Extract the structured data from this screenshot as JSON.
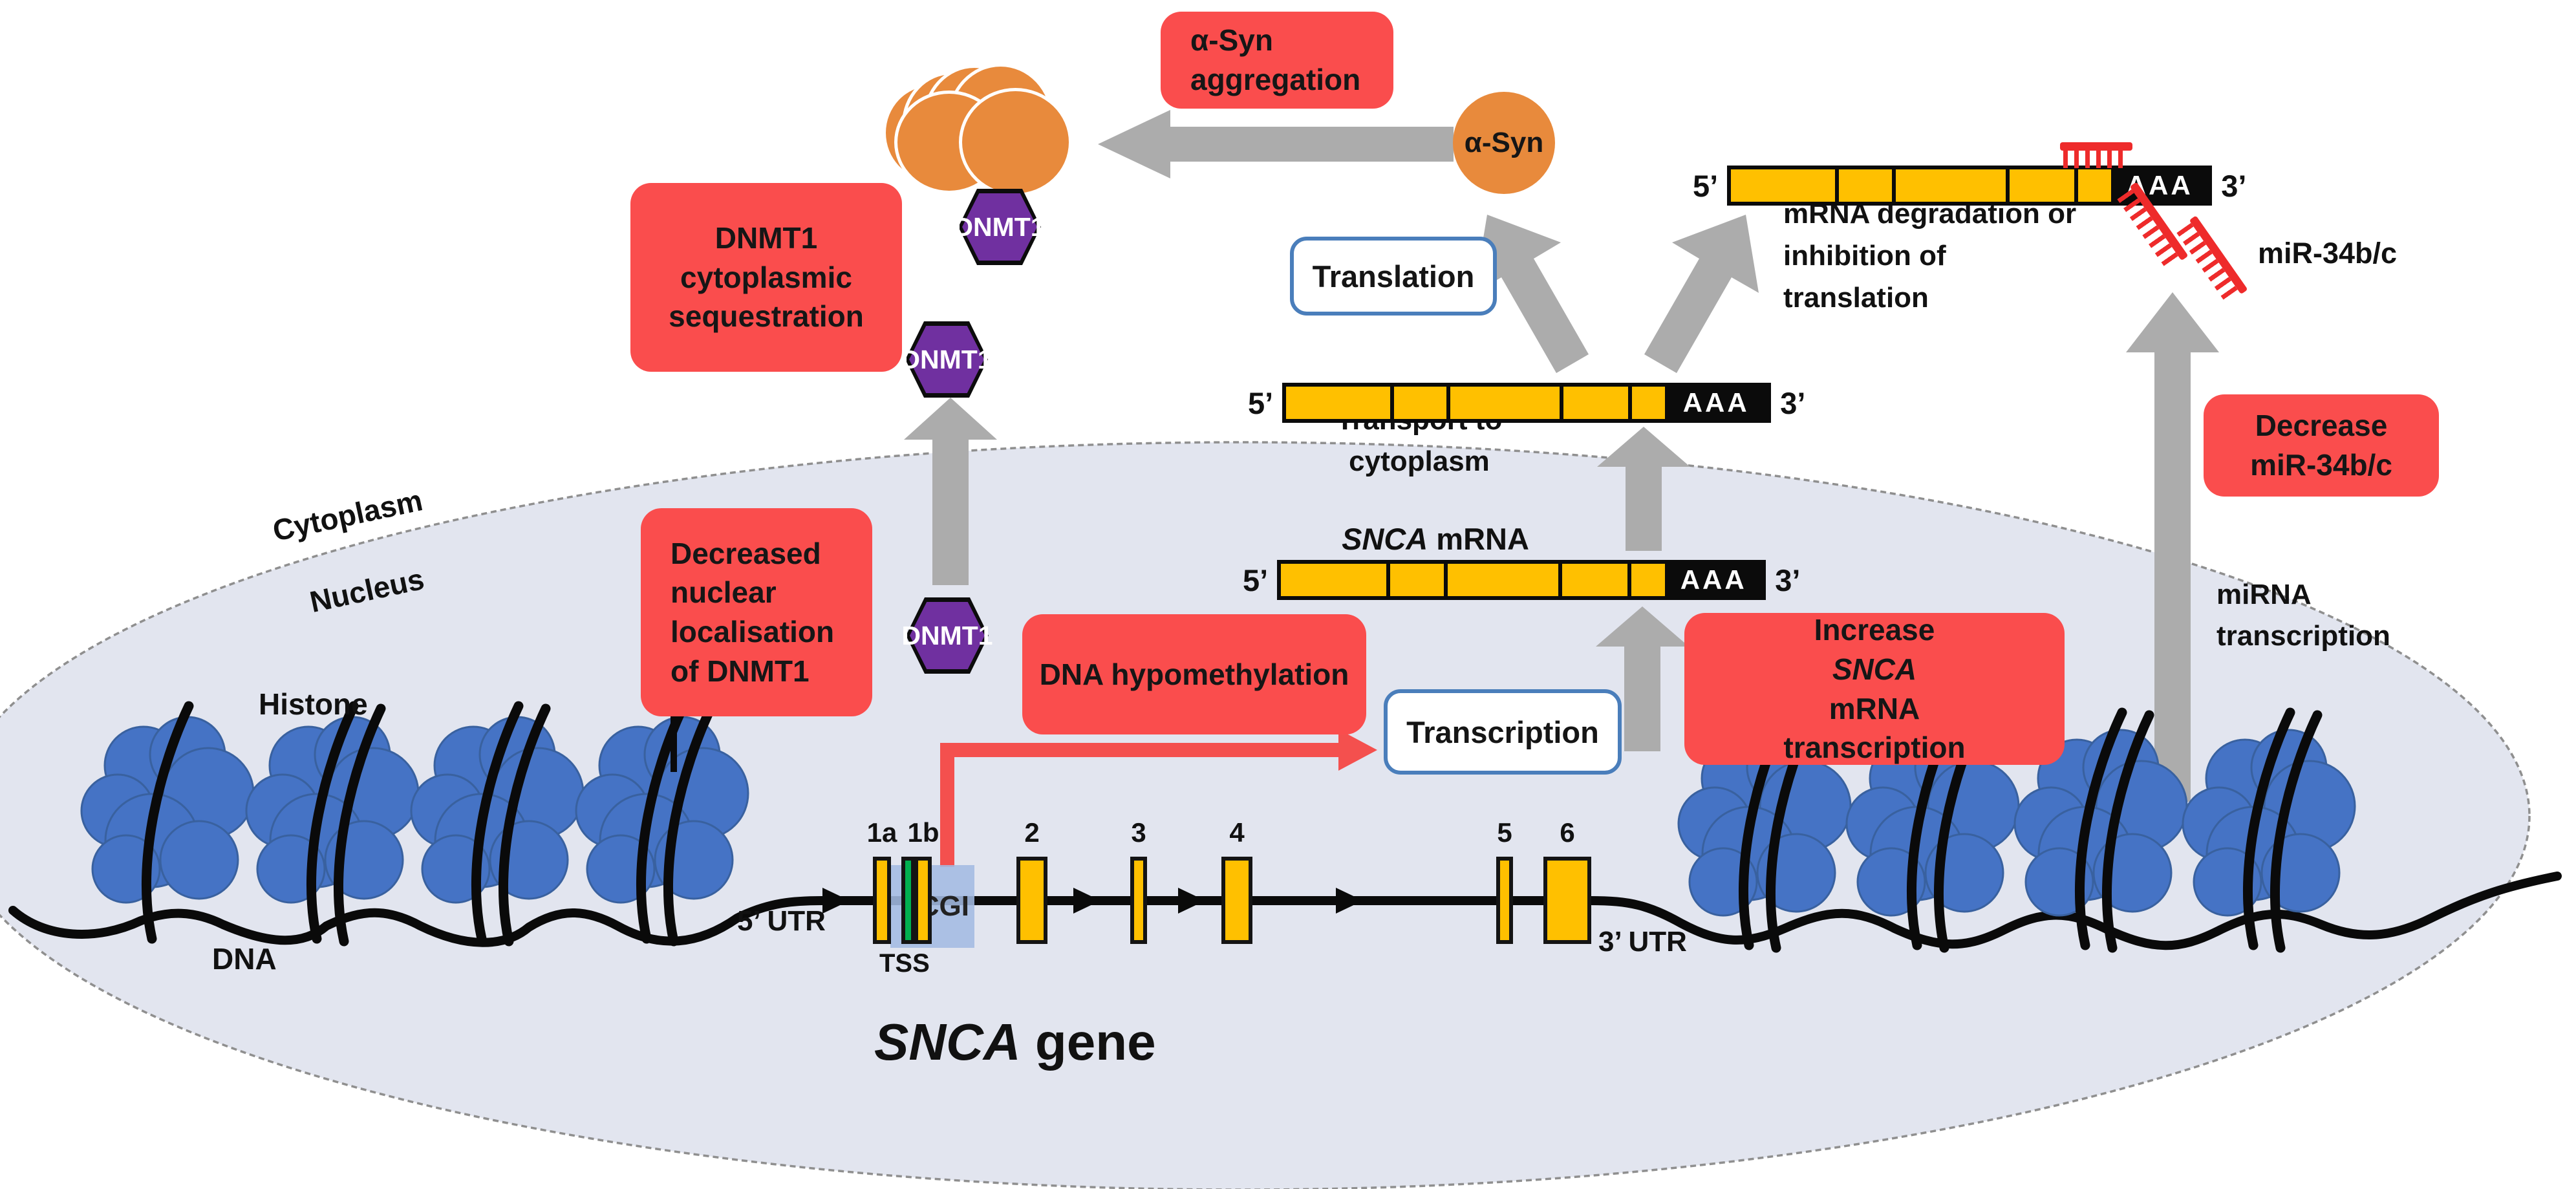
{
  "colors": {
    "callout_red": "#fa4d4d",
    "mir_red": "#ee2b2b",
    "alpha_syn_orange": "#e88a3c",
    "dnmt1_purple": "#7030a0",
    "exon_yellow": "#ffc000",
    "tss_green": "#00b050",
    "histone_blue": "#4573c5",
    "nucleus_fill": "#e2e5ef",
    "arrow_gray": "#acacac",
    "process_box_border": "#4a7ebb",
    "cgi_blue": "#a3bbe3"
  },
  "cell": {
    "cytoplasm_label": "Cytoplasm",
    "nucleus_label": "Nucleus"
  },
  "chromatin": {
    "histone_label": "Histone",
    "dna_label": "DNA"
  },
  "gene": {
    "five_utr": "5’ UTR",
    "three_utr": "3’ UTR",
    "tss": "TSS",
    "cgi": "CGI",
    "name_italic": "SNCA",
    "name_rest": " gene",
    "exons": [
      "1a",
      "1b",
      "2",
      "3",
      "4",
      "5",
      "6"
    ]
  },
  "mrna": {
    "five_prime": "5’",
    "three_prime": "3’",
    "polya": "AAA",
    "nucleus_label_italic": "SNCA",
    "nucleus_label_rest": " mRNA"
  },
  "process": {
    "transcription": "Transcription",
    "translation": "Translation",
    "transport_line1": "Transport to",
    "transport_line2": "cytoplasm",
    "mirna_line1": "miRNA",
    "mirna_line2": "transcription",
    "degradation_line1": "mRNA degradation or",
    "degradation_line2": "inhibition of",
    "degradation_line3": "translation"
  },
  "molecules": {
    "dnmt1": "DNMT1",
    "alpha_syn": "α-Syn",
    "mir": "miR-34b/c"
  },
  "callouts": {
    "aggregation_l1": "α-Syn",
    "aggregation_l2": "aggregation",
    "sequestration_l1": "DNMT1",
    "sequestration_l2": "cytoplasmic",
    "sequestration_l3": "sequestration",
    "decreased_l1": "Decreased",
    "decreased_l2": "nuclear",
    "decreased_l3": "localisation",
    "decreased_l4": "of DNMT1",
    "hypomethylation": "DNA hypomethylation",
    "increase_pre": "Increase ",
    "increase_italic": "SNCA",
    "increase_post": " mRNA",
    "increase_l2": "transcription",
    "decrease_mir_l1": "Decrease",
    "decrease_mir_l2": "miR-34b/c"
  }
}
